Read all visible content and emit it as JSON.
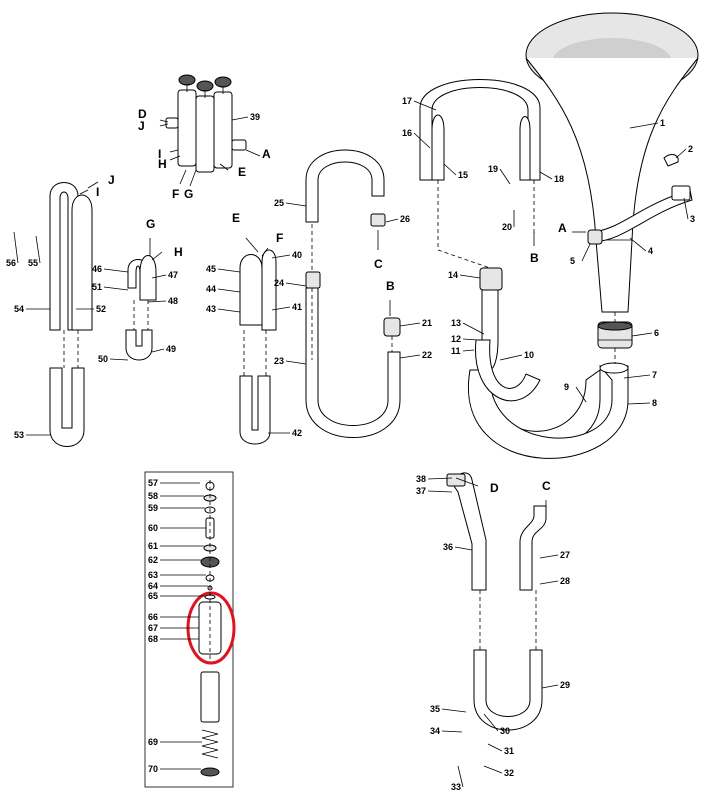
{
  "numbers": [
    "1",
    "2",
    "3",
    "4",
    "5",
    "6",
    "7",
    "8",
    "9",
    "10",
    "11",
    "12",
    "13",
    "14",
    "15",
    "16",
    "17",
    "18",
    "19",
    "20",
    "21",
    "22",
    "23",
    "24",
    "25",
    "26",
    "27",
    "28",
    "29",
    "30",
    "31",
    "32",
    "33",
    "34",
    "35",
    "36",
    "37",
    "38",
    "39",
    "40",
    "41",
    "42",
    "43",
    "44",
    "45",
    "46",
    "47",
    "48",
    "49",
    "50",
    "51",
    "52",
    "53",
    "54",
    "55",
    "56",
    "57",
    "58",
    "59",
    "60",
    "61",
    "62",
    "63",
    "64",
    "65",
    "66",
    "67",
    "68",
    "69",
    "70"
  ],
  "letters": {
    "A": "A",
    "B": "B",
    "C": "C",
    "D": "D",
    "E": "E",
    "F": "F",
    "G": "G",
    "H": "H",
    "I": "I",
    "J": "J"
  },
  "highlight_color": "#e0141e"
}
